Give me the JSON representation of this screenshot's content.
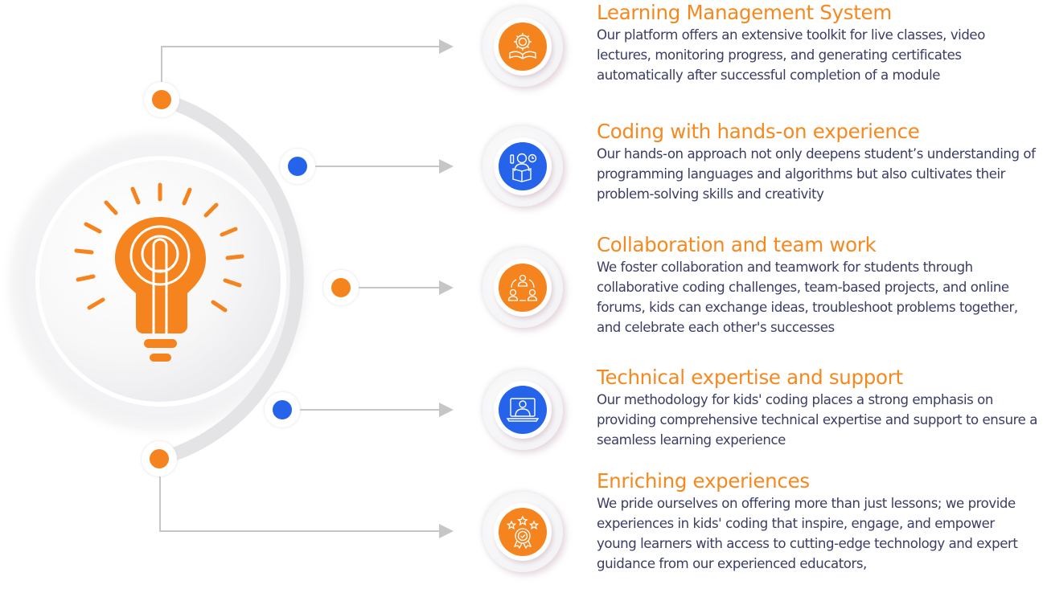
{
  "colors": {
    "accent_orange": "#F5841F",
    "accent_blue": "#2563EB",
    "heading": "#F5891F",
    "body_text": "#3A3D64",
    "connector": "#C4C4C4",
    "arc": "#E4E4E6"
  },
  "hub": {
    "icon": "lightbulb-icon"
  },
  "features": [
    {
      "title": "Learning Management System",
      "description": "Our platform offers an extensive toolkit for live classes, video lectures, monitoring progress, and generating certificates automatically after successful completion of a module",
      "icon": "gear-book-icon",
      "color": "orange"
    },
    {
      "title": "Coding with hands-on experience",
      "description": "Our hands-on approach not only deepens student’s understanding of programming languages and algorithms but also cultivates their problem-solving skills and creativity",
      "icon": "student-reading-icon",
      "color": "blue"
    },
    {
      "title": "Collaboration and team work",
      "description": "We foster collaboration and teamwork for students through collaborative coding challenges, team-based projects, and online forums, kids can exchange ideas, troubleshoot problems together, and celebrate each other's successes",
      "icon": "team-cycle-icon",
      "color": "orange"
    },
    {
      "title": "Technical expertise and support",
      "description": "Our methodology for kids' coding places a strong emphasis on providing comprehensive technical expertise and support to ensure a seamless learning experience",
      "icon": "laptop-tutor-icon",
      "color": "blue"
    },
    {
      "title": "Enriching experiences",
      "description": "We pride ourselves on offering more than just lessons; we provide experiences in kids' coding that inspire, engage, and empower young learners with access to cutting-edge technology and expert guidance from our experienced educators,",
      "icon": "award-medal-icon",
      "color": "orange"
    }
  ]
}
